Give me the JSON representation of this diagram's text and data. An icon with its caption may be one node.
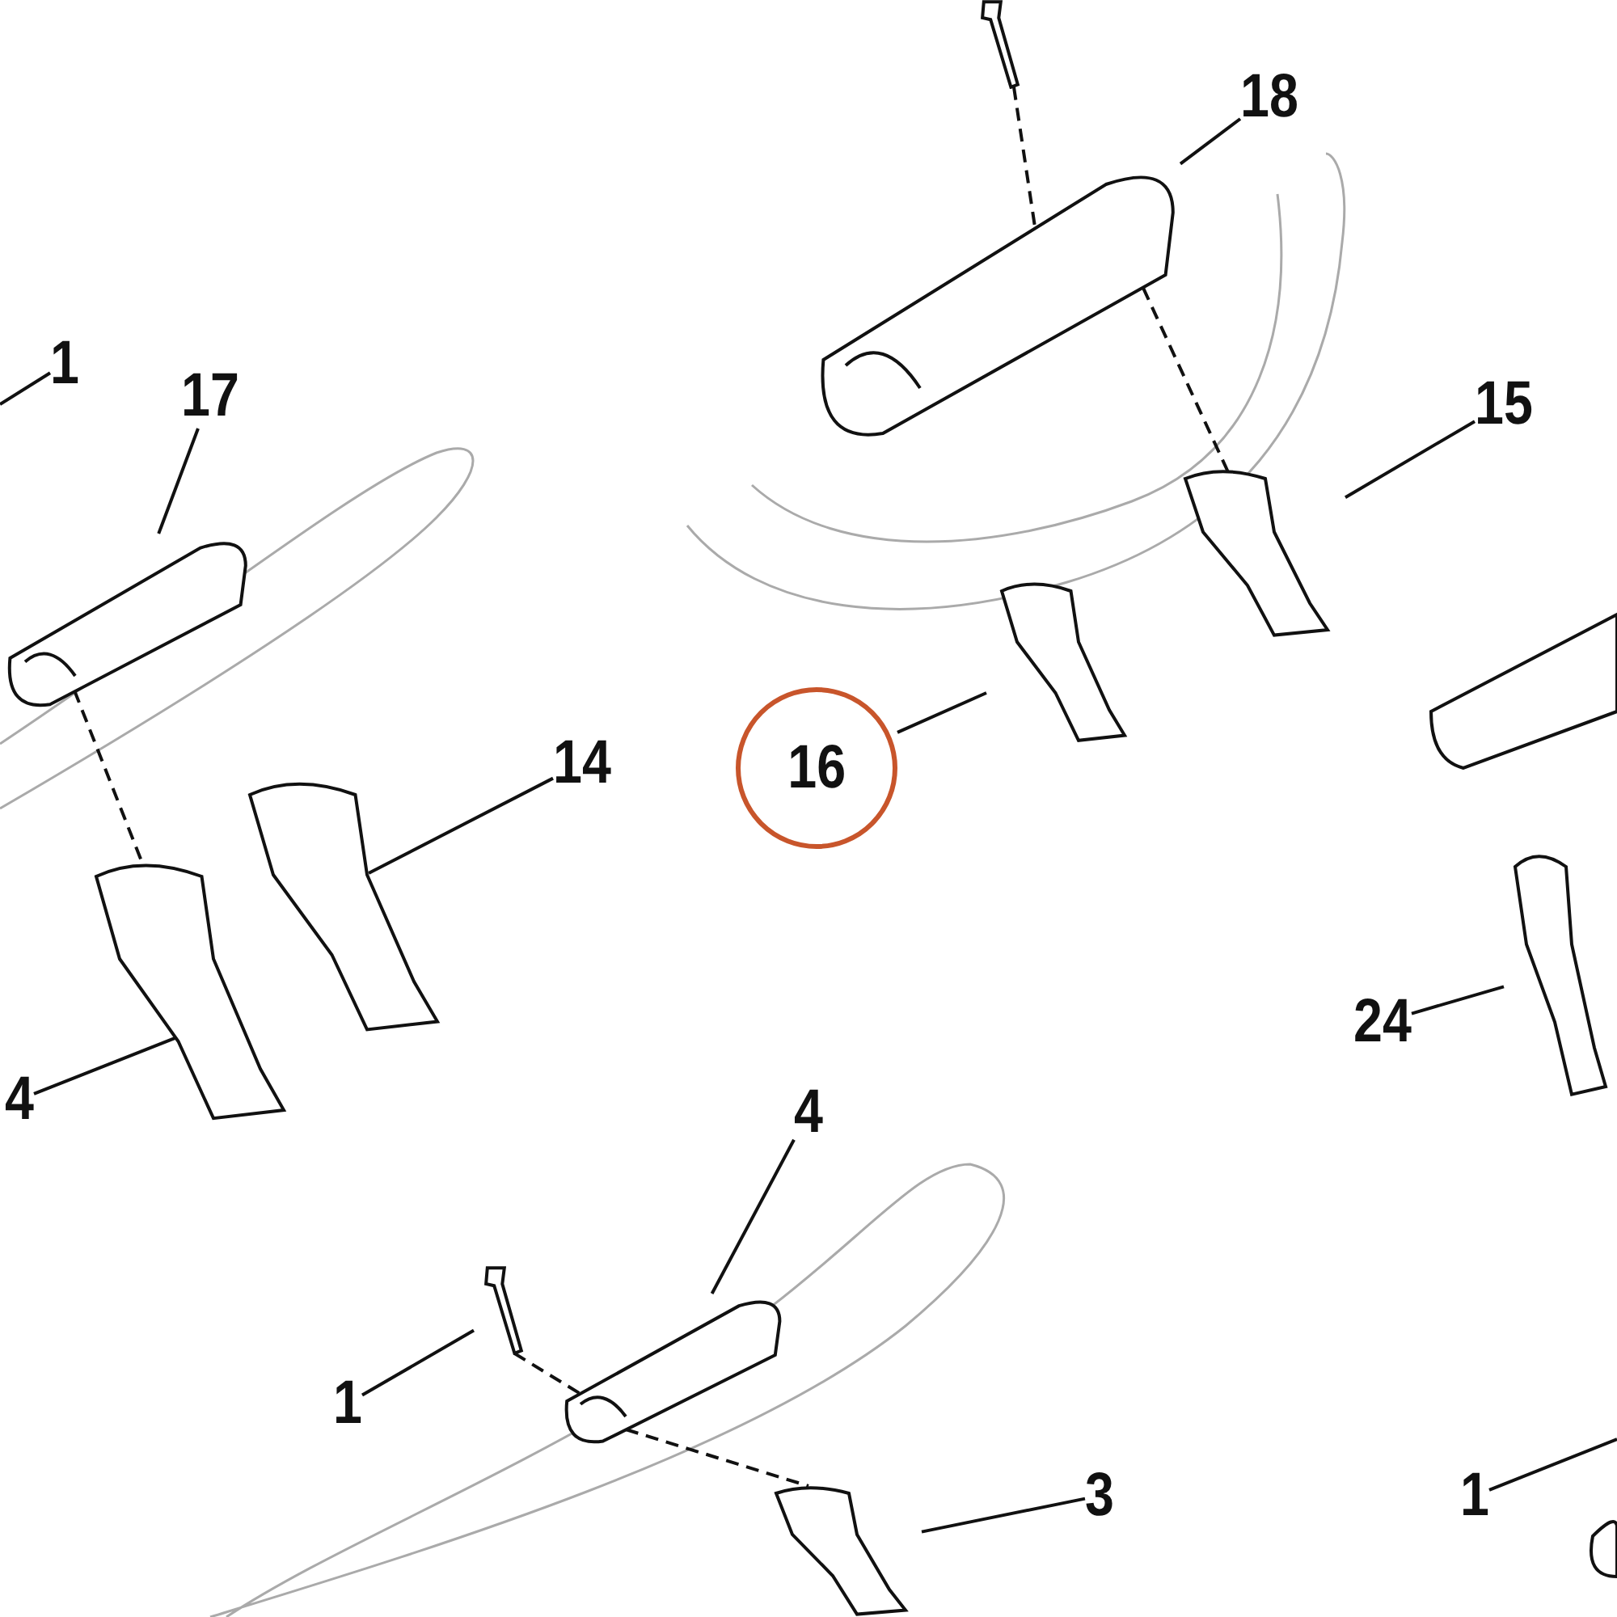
{
  "diagram": {
    "nodes": [
      {
        "text": [
          "18"
        ]
      },
      {
        "text": [],
        "shape": "picture"
      },
      {
        "text": [
          "1"
        ]
      },
      {
        "text": [
          "17"
        ]
      },
      {
        "text": [],
        "shape": "picture"
      },
      {
        "text": [
          "15"
        ]
      },
      {
        "text": [],
        "shape": "picture"
      },
      {
        "text": [
          "14"
        ]
      },
      {
        "text": [],
        "shape": "picture"
      },
      {
        "text": [
          "16"
        ]
      },
      {
        "text": [],
        "shape": "picture"
      },
      {
        "text": [
          "24"
        ]
      },
      {
        "text": [],
        "shape": "picture"
      },
      {
        "text": [
          "4"
        ]
      },
      {
        "text": [],
        "shape": "picture"
      },
      {
        "text": [
          "4"
        ]
      },
      {
        "text": [],
        "shape": "picture"
      },
      {
        "text": [
          "1"
        ]
      },
      {
        "text": [],
        "shape": "picture"
      },
      {
        "text": [
          "3"
        ]
      },
      {
        "text": [],
        "shape": "picture"
      },
      {
        "text": [
          "1"
        ]
      },
      {
        "text": [],
        "shape": "picture"
      }
    ],
    "edges": [
      {
        "from": 0,
        "to": 1,
        "arrow": "none"
      },
      {
        "from": 2,
        "to": null,
        "arrow": "none"
      },
      {
        "from": 3,
        "to": 4,
        "arrow": "none"
      },
      {
        "from": 5,
        "to": 6,
        "arrow": "none"
      },
      {
        "from": 7,
        "to": 8,
        "arrow": "none"
      },
      {
        "from": 9,
        "to": 10,
        "arrow": "none"
      },
      {
        "from": 11,
        "to": 12,
        "arrow": "none"
      },
      {
        "from": 13,
        "to": 14,
        "arrow": "none"
      },
      {
        "from": 15,
        "to": 16,
        "arrow": "none"
      },
      {
        "from": 17,
        "to": 18,
        "arrow": "none"
      },
      {
        "from": 19,
        "to": 20,
        "arrow": "none"
      },
      {
        "from": 21,
        "to": null,
        "arrow": "none"
      },
      {
        "from": 22,
        "to": 1,
        "arrow": "none",
        "style": "dashed"
      },
      {
        "from": 1,
        "to": 6,
        "arrow": "none",
        "style": "dashed"
      },
      {
        "from": 4,
        "to": 14,
        "arrow": "none",
        "style": "dashed"
      },
      {
        "from": 18,
        "to": 16,
        "arrow": "none",
        "style": "dashed"
      },
      {
        "from": 16,
        "to": 20,
        "arrow": "none",
        "style": "dashed"
      }
    ]
  }
}
